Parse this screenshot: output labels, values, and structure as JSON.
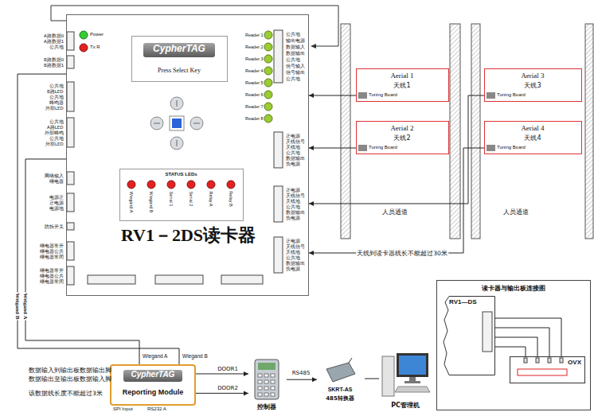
{
  "diagram": {
    "nodes": [
      {
        "text": [
          "RV1－2DS读卡器"
        ]
      },
      {
        "text": [
          "CypherTAG",
          "Press Select Key"
        ],
        "in": 0
      },
      {
        "text": [
          "STATUS LEDs"
        ],
        "in": 0
      },
      {
        "text": [
          "Aerial 1",
          "天线1",
          "Tuning Board"
        ]
      },
      {
        "text": [
          "Aerial 2",
          "天线2",
          "Tuning Board"
        ]
      },
      {
        "text": [
          "Aerial 3",
          "天线3",
          "Tuning Board"
        ]
      },
      {
        "text": [
          "Aerial 4",
          "天线4",
          "Tuning Board"
        ]
      },
      {
        "text": [
          "CypherTAG",
          "Reporting Module"
        ]
      },
      {
        "text": [
          "控制器"
        ]
      },
      {
        "text": [
          "SKRT-AS",
          "485转换器"
        ]
      },
      {
        "text": [
          "PC管理机"
        ]
      },
      {
        "text": [
          "读卡器与输出板连接图"
        ]
      },
      {
        "text": [
          "RV1—DS"
        ],
        "in": 11
      },
      {
        "text": [
          "OVX"
        ],
        "in": 11
      }
    ],
    "edges": [
      {
        "from": 3,
        "to": 0,
        "arrow": "to"
      },
      {
        "from": 4,
        "to": 0,
        "arrow": "to"
      },
      {
        "from": 5,
        "to": 0,
        "arrow": "to"
      },
      {
        "from": 6,
        "to": 0,
        "arrow": "to",
        "label": "天线到读卡器线长不能超过30米"
      },
      {
        "from": 0,
        "to": 7,
        "arrow": "none",
        "label": "Weigand A"
      },
      {
        "from": 0,
        "to": 7,
        "arrow": "none",
        "label": "Weigand B"
      },
      {
        "from": 7,
        "to": 8,
        "arrow": "to",
        "label": "DOOR1"
      },
      {
        "from": 7,
        "to": 8,
        "arrow": "to",
        "label": "DOOR2"
      },
      {
        "from": 8,
        "to": 9,
        "arrow": "to",
        "label": "RS485"
      },
      {
        "from": 9,
        "to": 10,
        "arrow": "none"
      },
      {
        "from": 12,
        "to": 13,
        "arrow": "none"
      },
      {
        "from": 12,
        "to": 13,
        "arrow": "none"
      },
      {
        "from": 12,
        "to": 13,
        "arrow": "none"
      },
      {
        "from": 12,
        "to": 13,
        "arrow": "none"
      }
    ],
    "labels": [
      "Power",
      "Tx R",
      "Reader 1",
      "Reader 2",
      "Reader 3",
      "Reader 4",
      "Reader 5",
      "Reader 6",
      "Reader 7",
      "Reader 8",
      "Wiegand A",
      "Wiegand B",
      "Serial 1",
      "Serial 2",
      "Relay A",
      "Relay B",
      "A路数据0",
      "A路数据1",
      "公共地",
      "B路数据0",
      "B路数据1",
      "公共地",
      "B路LED",
      "公共地",
      "蜂鸣器",
      "外部LED",
      "公共地",
      "A路LED",
      "外部蜂鸣",
      "公共地",
      "外部LED",
      "网络输入",
      "继电器",
      "电源正",
      "正电源",
      "电源地",
      "防拆开关",
      "继电器常开",
      "继电器公共",
      "继电器常闭",
      "继电器常开",
      "继电器公共",
      "继电器常闭",
      "公共地",
      "输出电源",
      "数据输入",
      "数据输出",
      "公共地",
      "信号输入",
      "信号输出",
      "公共地",
      "正电源",
      "天线信号",
      "天线地",
      "公共地",
      "数据输出",
      "负电源",
      "正电源",
      "天线信号",
      "天线地",
      "公共地",
      "数据输出",
      "负电源",
      "正电源",
      "天线信号",
      "天线地",
      "公共地",
      "数据输出",
      "负电源",
      "人员通道",
      "人员通道",
      "Wiegand A",
      "Wiegand B",
      "SPI Input",
      "RS232 A",
      "数据输入到输出板数据输出脚",
      "数据输出至输出板数据输入脚",
      "该数据线长度不能超过3米"
    ]
  }
}
